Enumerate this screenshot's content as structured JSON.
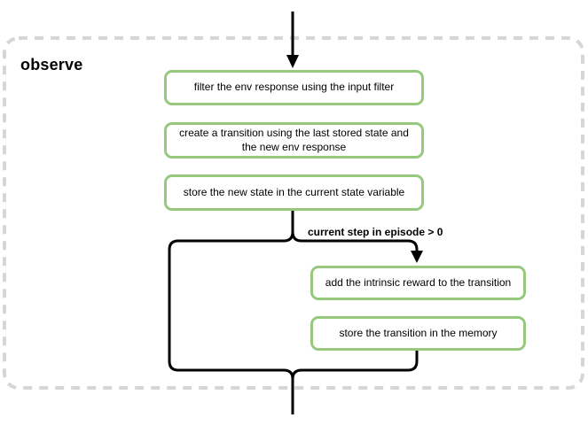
{
  "diagram": {
    "title": "observe",
    "condition_label": "current step in episode > 0",
    "nodes": [
      "filter the env response using the input filter",
      "create a transition using the last stored state and the new env response",
      "store the new state in the current state variable",
      "add the intrinsic reward to the transition",
      "store the transition in the memory"
    ],
    "colors": {
      "node_border": "#97c97c",
      "node_fill": "#ffffff",
      "line": "#000000",
      "container_border": "#d6d6d6",
      "container_fill": "#ffffff",
      "text": "#000000",
      "background": "#ffffff"
    }
  }
}
